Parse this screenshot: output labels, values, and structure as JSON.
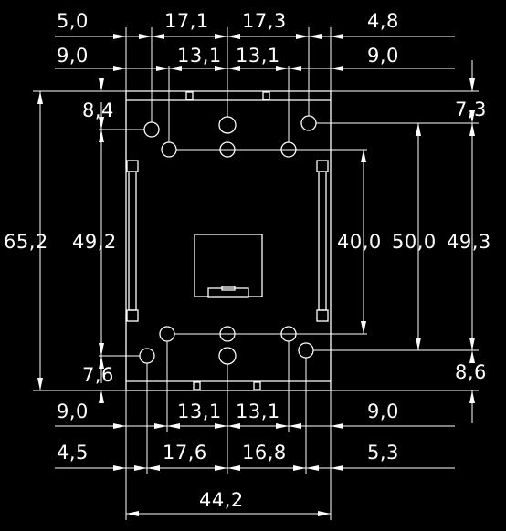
{
  "drawing": {
    "background": "#000000",
    "line_color": "#ffffff"
  },
  "dimensions": {
    "top_row1": [
      "5,0",
      "17,1",
      "17,3",
      "4,8"
    ],
    "top_row2": [
      "9,0",
      "13,1",
      "13,1",
      "9,0"
    ],
    "top_left_offset": "8,4",
    "top_right_offset": "7,3",
    "left_outer_height": "65,2",
    "left_inner_height": "49,2",
    "right_inner": "40,0",
    "right_mid": "50,0",
    "right_outer": "49,3",
    "bottom_left_offset": "7,6",
    "bottom_right_offset": "8,6",
    "bottom_row1": [
      "9,0",
      "13,1",
      "13,1",
      "9,0"
    ],
    "bottom_row2": [
      "4,5",
      "17,6",
      "16,8",
      "5,3"
    ],
    "overall_width": "44,2"
  }
}
